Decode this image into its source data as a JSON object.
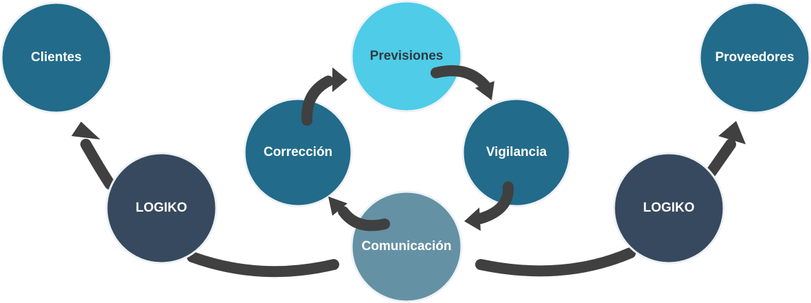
{
  "colors": {
    "arrow": "#404040",
    "dark_blue": "#226b8a",
    "navy": "#37495e",
    "light_cyan": "#4ecce8",
    "steel": "#6591a5",
    "label_light": "#ffffff",
    "label_dark": "#2f3a40"
  },
  "nodes": {
    "clientes": "Clientes",
    "proveedores": "Proveedores",
    "previsiones": "Previsiones",
    "correccion": "Corrección",
    "vigilancia": "Vigilancia",
    "comunicacion": "Comunicación",
    "logiko_left": "LOGIKO",
    "logiko_right": "LOGIKO"
  }
}
